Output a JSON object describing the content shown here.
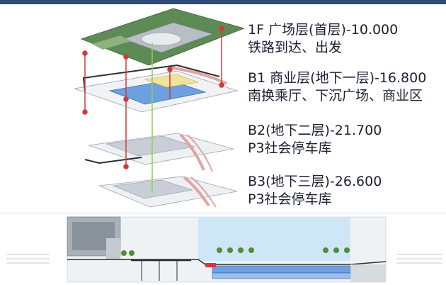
{
  "levels": [
    {
      "name": "1F 广场层(首层)-10.000",
      "desc": "铁路到达、出发"
    },
    {
      "name": "B1 商业层(地下一层)-16.800",
      "desc": "南换乘厅、下沉广场、商业区"
    },
    {
      "name": "B2(地下二层)-21.700",
      "desc": "P3社会停车库"
    },
    {
      "name": "B3(地下三层)-26.600",
      "desc": "P3社会停车库"
    }
  ],
  "colors": {
    "header_band": "#2f4a73",
    "plaza_green": "#5e8a55",
    "commercial_blue": "#6e9fe0",
    "parking_gray": "#c9ced6",
    "rail_red": "#d23a3a",
    "connector_green": "#8fd14f",
    "sky_blue": "#cfe6f7"
  }
}
